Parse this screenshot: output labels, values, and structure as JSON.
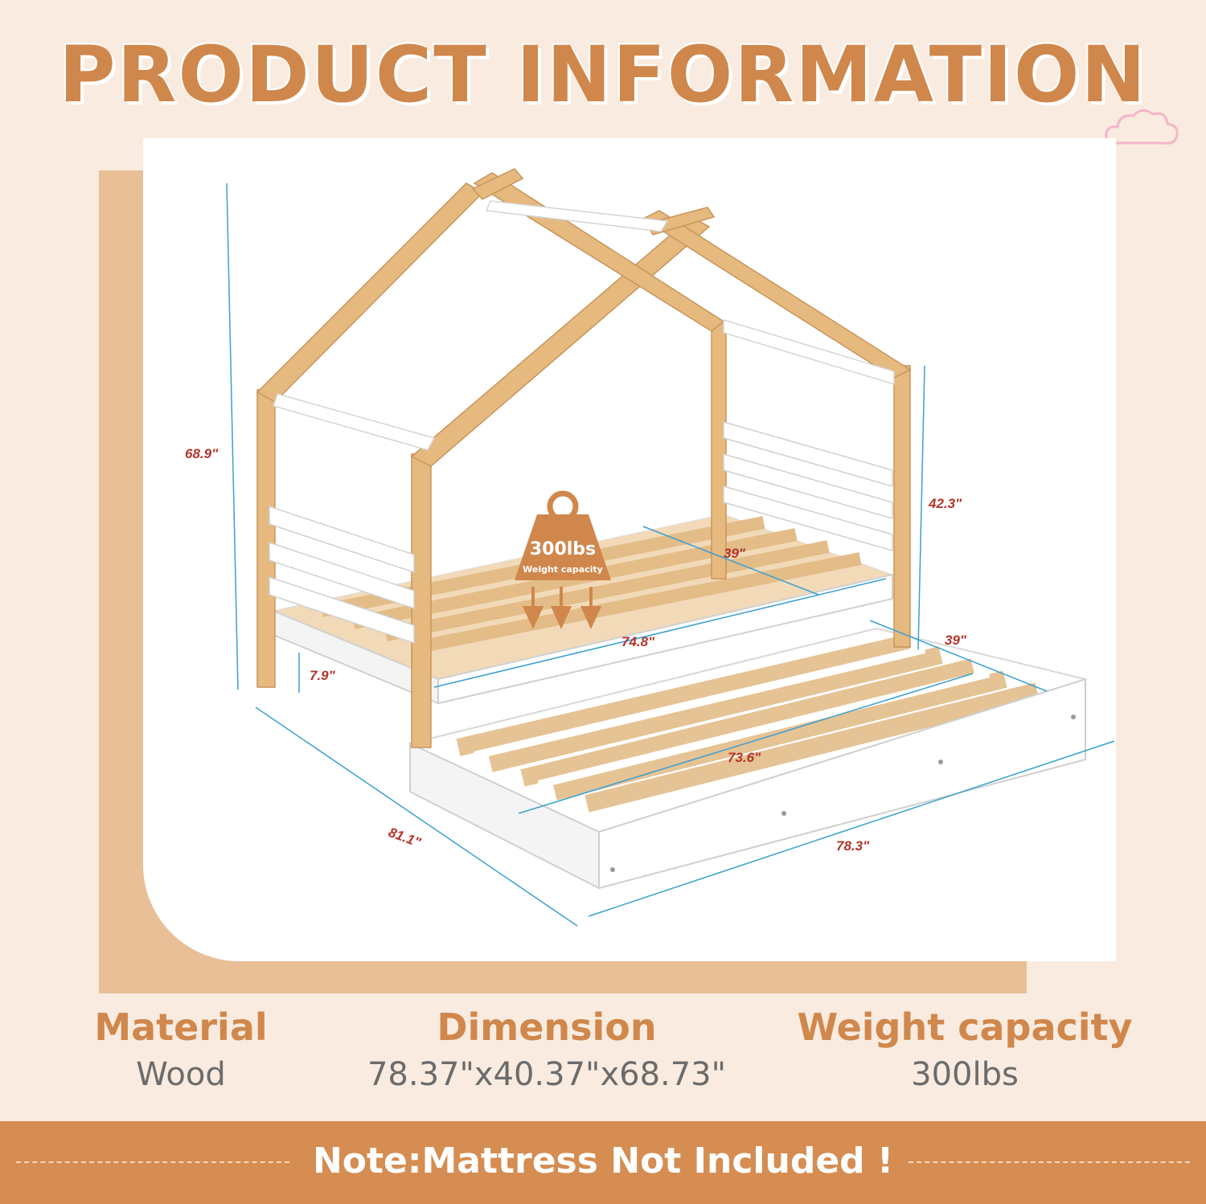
{
  "title": "PRODUCT INFORMATION",
  "dimensions": {
    "height_total": "68.9\"",
    "height_side": "42.3\"",
    "width_top": "39\"",
    "width_trundle": "39\"",
    "length_bed": "74.8\"",
    "clearance": "7.9\"",
    "length_total": "81.1\"",
    "length_trundle_inner": "73.6\"",
    "length_trundle": "78.3\""
  },
  "badge": {
    "value": "300lbs",
    "caption": "Weight capacity"
  },
  "specs": [
    {
      "label": "Material",
      "value": "Wood"
    },
    {
      "label": "Dimension",
      "value": "78.37\"x40.37\"x68.73\""
    },
    {
      "label": "Weight capacity",
      "value": "300lbs"
    }
  ],
  "note": "Note:Mattress Not Included !",
  "colors": {
    "accent": "#d0874c",
    "panel": "#e8bf96",
    "background": "#f9ebdf",
    "dimension_line": "#3a9fd1",
    "dimension_text": "#b3352b",
    "wood": "#e6b97f"
  }
}
